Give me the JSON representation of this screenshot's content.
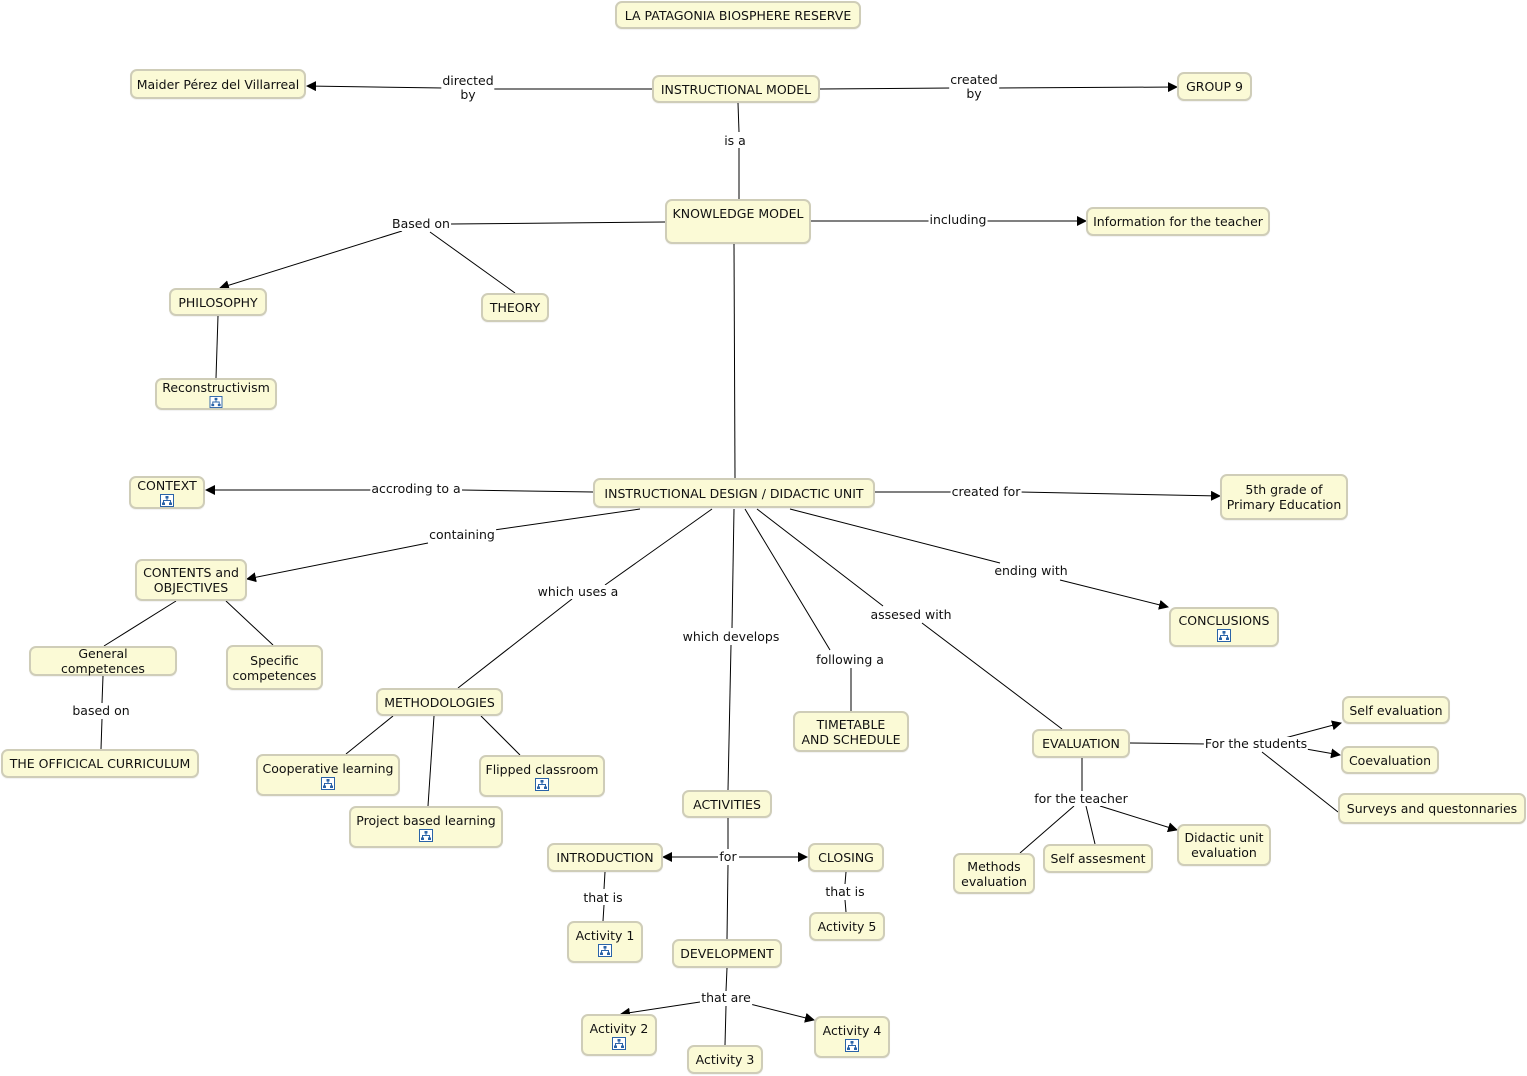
{
  "colors": {
    "node_fill": "#fbfad6",
    "node_border": "#cfcdb8",
    "line": "#000000"
  },
  "nodes": {
    "title": {
      "text": "LA PATAGONIA BIOSPHERE RESERVE"
    },
    "instructional_model": {
      "text": "INSTRUCTIONAL MODEL"
    },
    "maider": {
      "text": "Maider Pérez del Villarreal"
    },
    "group9": {
      "text": "GROUP 9"
    },
    "knowledge_model": {
      "text": "KNOWLEDGE MODEL"
    },
    "info_teacher": {
      "text": "Information for the teacher"
    },
    "philosophy": {
      "text": "PHILOSOPHY"
    },
    "theory": {
      "text": "THEORY"
    },
    "reconstructivism": {
      "text": "Reconstructivism",
      "icon": "concept-map-icon"
    },
    "instructional_design": {
      "text": "INSTRUCTIONAL DESIGN / DIDACTIC UNIT"
    },
    "context": {
      "text": "CONTEXT",
      "icon": "concept-map-icon"
    },
    "fifth_grade": {
      "text": "5th grade of\nPrimary Education"
    },
    "contents_objectives": {
      "text": "CONTENTS and\nOBJECTIVES"
    },
    "general_competences": {
      "text": "General competences"
    },
    "specific_competences": {
      "text": "Specific\ncompetences"
    },
    "official_curriculum": {
      "text": "THE OFFICICAL CURRICULUM"
    },
    "methodologies": {
      "text": "METHODOLOGIES"
    },
    "cooperative_learning": {
      "text": "Cooperative learning",
      "icon": "concept-map-icon"
    },
    "flipped_classroom": {
      "text": "Flipped classroom",
      "icon": "concept-map-icon"
    },
    "project_based": {
      "text": "Project based learning",
      "icon": "concept-map-icon"
    },
    "activities": {
      "text": "ACTIVITIES"
    },
    "introduction": {
      "text": "INTRODUCTION"
    },
    "closing": {
      "text": "CLOSING"
    },
    "activity1": {
      "text": "Activity 1",
      "icon": "concept-map-icon"
    },
    "activity5": {
      "text": "Activity 5"
    },
    "development": {
      "text": "DEVELOPMENT"
    },
    "activity2": {
      "text": "Activity 2",
      "icon": "concept-map-icon"
    },
    "activity3": {
      "text": "Activity 3"
    },
    "activity4": {
      "text": "Activity 4",
      "icon": "concept-map-icon"
    },
    "timetable": {
      "text": "TIMETABLE\nAND SCHEDULE"
    },
    "evaluation": {
      "text": "EVALUATION"
    },
    "conclusions": {
      "text": "CONCLUSIONS",
      "icon": "concept-map-icon"
    },
    "self_evaluation": {
      "text": "Self evaluation"
    },
    "coevaluation": {
      "text": "Coevaluation"
    },
    "surveys": {
      "text": "Surveys and questonnaries"
    },
    "methods_evaluation": {
      "text": "Methods\nevaluation"
    },
    "self_assesment": {
      "text": "Self assesment"
    },
    "didactic_unit_evaluation": {
      "text": "Didactic unit\nevaluation"
    }
  },
  "links": {
    "directed_by": "directed\nby",
    "created_by": "created\nby",
    "is_a": "is a",
    "including": "including",
    "based_on_km": "Based on",
    "accroding_to_a": "accroding to a",
    "created_for": "created for",
    "containing": "containing",
    "based_on_gc": "based on",
    "which_uses_a": "which uses a",
    "which_develops": "which develops",
    "following_a": "following a",
    "assesed_with": "assesed with",
    "ending_with": "ending with",
    "for_activities": "for",
    "that_is_1": "that is",
    "that_is_5": "that is",
    "that_are": "that are",
    "for_the_students": "For the students",
    "for_the_teacher": "for the teacher"
  }
}
